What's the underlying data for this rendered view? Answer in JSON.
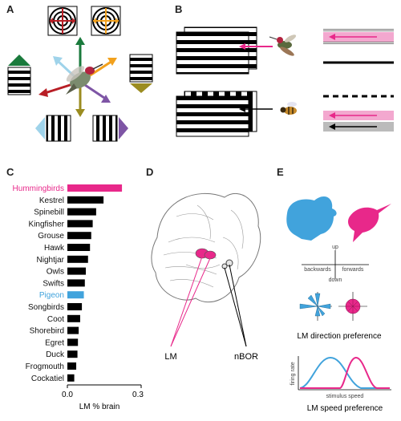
{
  "panels": {
    "a": "A",
    "b": "B",
    "c": "C",
    "d": "D",
    "e": "E"
  },
  "colors": {
    "magenta": "#e8288a",
    "blue": "#41a3dc",
    "bar_black": "#000000",
    "arrow_green": "#1a7a3c",
    "arrow_orange": "#f2a11d",
    "arrow_red": "#b81e25",
    "arrow_olive": "#9b8c20",
    "arrow_purple": "#7e55a5",
    "arrow_lightblue": "#9fd3ea"
  },
  "chart_data": {
    "type": "bar",
    "orientation": "horizontal",
    "xlabel": "LM % brain",
    "xlim": [
      0,
      0.3
    ],
    "xticks": [
      "0.0",
      "0.3"
    ],
    "categories": [
      "Hummingbirds",
      "Kestrel",
      "Spinebill",
      "Kingfisher",
      "Grouse",
      "Hawk",
      "Nightjar",
      "Owls",
      "Swifts",
      "Pigeon",
      "Songbirds",
      "Coot",
      "Shorebird",
      "Egret",
      "Duck",
      "Frogmouth",
      "Cockatiel"
    ],
    "values": [
      0.222,
      0.147,
      0.117,
      0.103,
      0.097,
      0.092,
      0.084,
      0.075,
      0.071,
      0.067,
      0.059,
      0.052,
      0.046,
      0.043,
      0.041,
      0.036,
      0.028
    ],
    "highlight": {
      "Hummingbirds": "#e8288a",
      "Pigeon": "#41a3dc"
    }
  },
  "panel_d": {
    "labels": {
      "lm": "LM",
      "nbor": "nBOR"
    }
  },
  "panel_e": {
    "polar_axes": {
      "up": "up",
      "down": "down",
      "backwards": "backwards",
      "forwards": "forwards"
    },
    "direction_title": "LM direction preference",
    "speed_title": "LM speed preference",
    "speed_xlabel": "stimulus speed",
    "speed_ylabel": "firing rate"
  }
}
